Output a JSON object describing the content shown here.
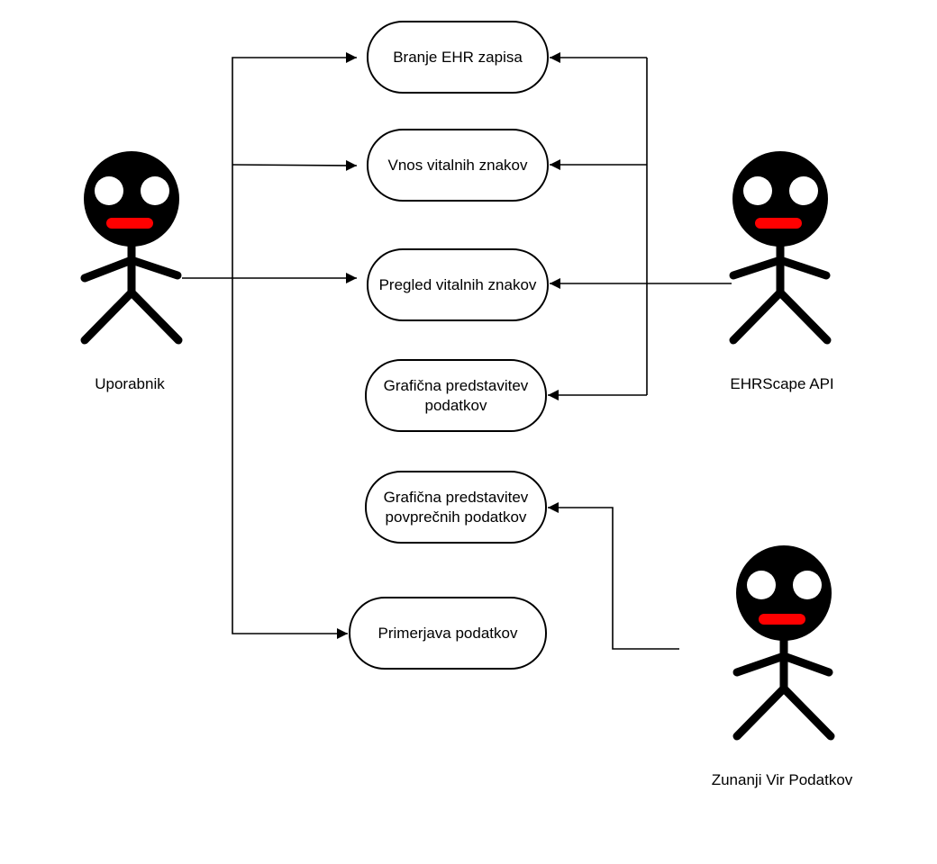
{
  "colors": {
    "stroke": "#000000",
    "mouth": "#ff0000",
    "eyes": "#ffffff",
    "background": "#ffffff"
  },
  "actors": {
    "user": "Uporabnik",
    "api": "EHRScape API",
    "external": "Zunanji Vir Podatkov"
  },
  "usecases": {
    "read_ehr": "Branje EHR zapisa",
    "enter_vitals": "Vnos vitalnih znakov",
    "view_vitals": "Pregled vitalnih znakov",
    "graph_line1": "Grafična predstavitev",
    "graph_line2": "podatkov",
    "avg_line1": "Grafična predstavitev",
    "avg_line2": "povprečnih podatkov",
    "compare": "Primerjava podatkov"
  }
}
